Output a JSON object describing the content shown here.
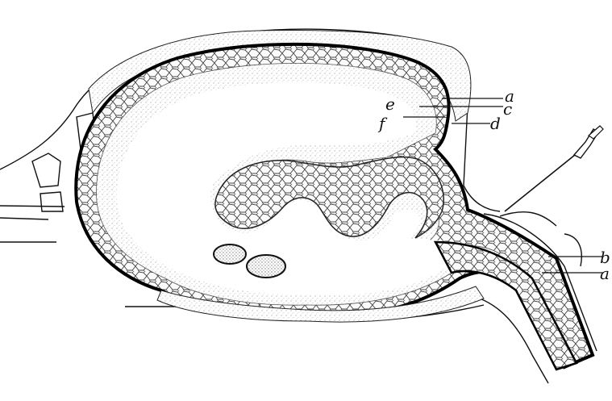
{
  "figure": {
    "labels": {
      "a_top": "a",
      "c": "c",
      "d": "d",
      "e": "e",
      "f": "f",
      "b": "b",
      "a_bottom": "a"
    },
    "colors": {
      "background": "#ffffff",
      "ink": "#111111",
      "tissue_fill": "#f4f4f4",
      "stipple": "#9a9a9a"
    },
    "icons": [
      "needle-icon"
    ]
  }
}
